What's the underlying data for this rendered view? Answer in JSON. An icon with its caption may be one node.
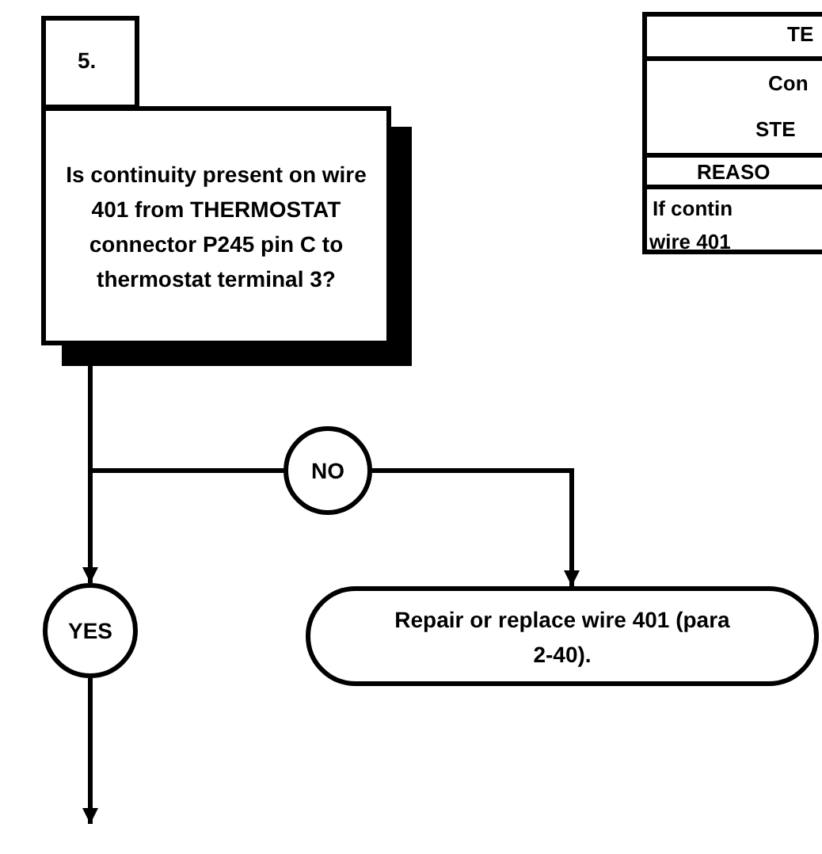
{
  "diagram": {
    "nodes": [
      {
        "text": [
          "5."
        ]
      },
      {
        "text": [
          "Is continuity present on wire 401 from THERMOSTAT connector P245 pin C to thermostat terminal 3?"
        ]
      },
      {
        "text": [
          "NO"
        ]
      },
      {
        "text": [
          "YES"
        ]
      },
      {
        "text": [
          "Repair or replace wire 401 (para 2-40)."
        ]
      }
    ],
    "edges": [
      {
        "from": 1,
        "to": 3,
        "arrow": "to"
      },
      {
        "from": 1,
        "to": 2,
        "arrow": "none"
      },
      {
        "from": 2,
        "to": 4,
        "arrow": "to"
      },
      {
        "from": 3,
        "to": null,
        "arrow": "to"
      }
    ],
    "labels": [
      "TE",
      "Con",
      "STE",
      "REASO",
      "If contin",
      "wire 401"
    ]
  }
}
